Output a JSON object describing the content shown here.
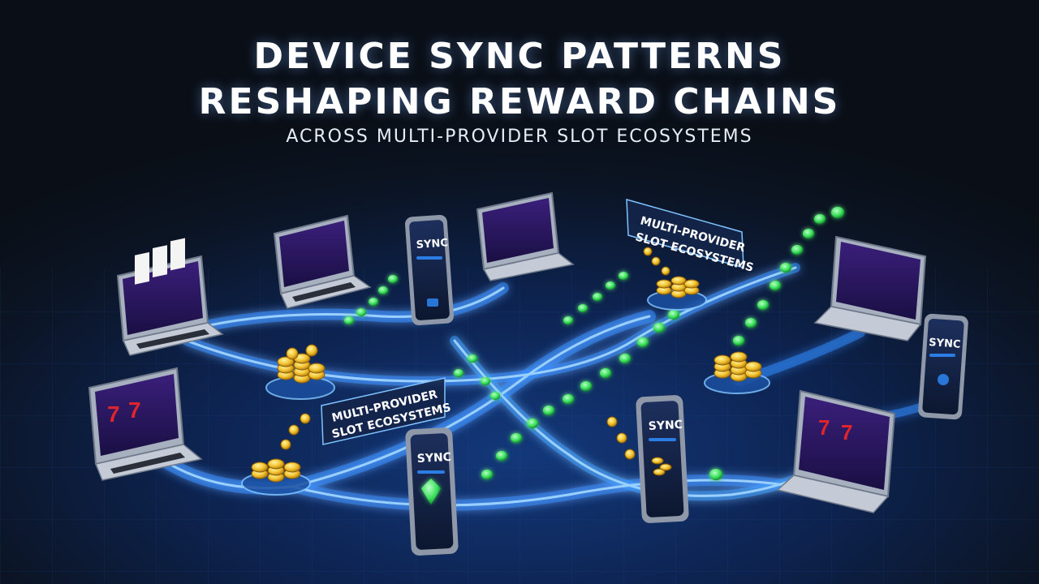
{
  "header": {
    "title_line1": "DEVICE SYNC PATTERNS",
    "title_line2": "RESHAPING REWARD CHAINS",
    "subtitle": "ACROSS MULTI-PROVIDER SLOT ECOSYSTEMS"
  },
  "panels": {
    "top_label_line1": "MULTI-PROVIDER",
    "top_label_line2": "SLOT ECOSYSTEMS",
    "mid_label_line1": "MULTI-PROVIDER",
    "mid_label_line2": "SLOT ECOSYSTEMS"
  },
  "phones": {
    "sync_1": "SYNC",
    "sync_2": "SYNC",
    "sync_3": "SYNC",
    "sync_4": "SYNC"
  },
  "slots": {
    "reel_symbol_a": "7",
    "reel_symbol_b": "7",
    "reel_symbol_c": "7",
    "reel_symbol_d": "7"
  },
  "colors": {
    "stream_blue": "#2f8cff",
    "stream_glow": "#7fc3ff",
    "gem_green": "#39e05a",
    "coin_gold": "#f2c22e",
    "bg_dark": "#0b1018",
    "bg_blue": "#13387a"
  },
  "icons": [
    "slot-machine-icon",
    "smartphone-icon",
    "gold-coin-stack-icon",
    "emerald-gem-icon",
    "sync-bar-icon"
  ]
}
